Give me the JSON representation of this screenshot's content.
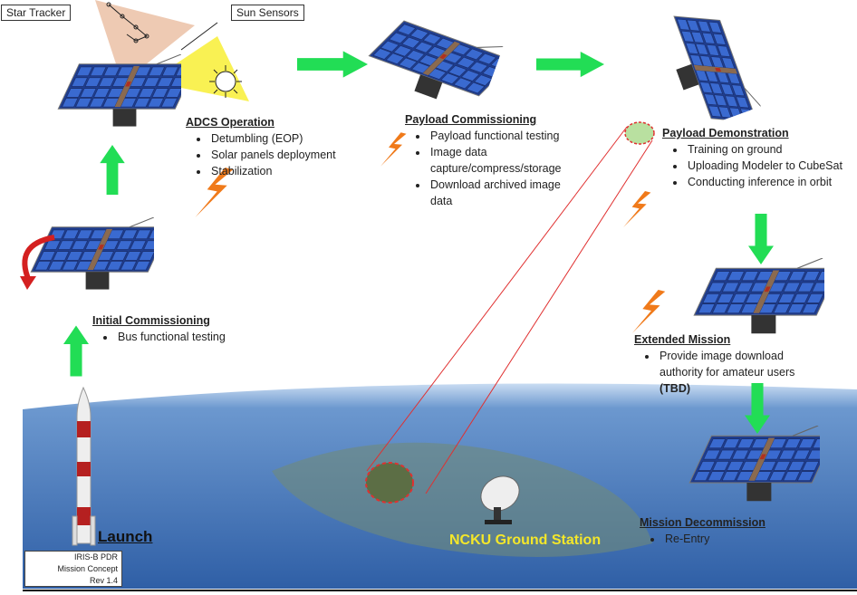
{
  "labels": {
    "star_tracker": "Star Tracker",
    "sun_sensors": "Sun Sensors",
    "launch": "Launch",
    "ground_station": "NCKU Ground Station"
  },
  "info_box": [
    "IRIS-B PDR",
    "Mission Concept",
    "Rev 1.4"
  ],
  "phases": {
    "initial": {
      "title": "Initial Commissioning",
      "items": [
        "Bus functional testing"
      ]
    },
    "adcs": {
      "title": "ADCS Operation",
      "items": [
        "Detumbling (EOP)",
        "Solar panels deployment",
        "Stabilization"
      ]
    },
    "payload_commissioning": {
      "title": "Payload Commissioning",
      "items": [
        "Payload functional testing",
        "Image data capture/compress/storage",
        "Download archived image data"
      ]
    },
    "payload_demo": {
      "title": "Payload Demonstration",
      "items": [
        "Training on ground",
        "Uploading Modeler to CubeSat",
        "Conducting inference in orbit"
      ]
    },
    "extended": {
      "title": "Extended Mission",
      "items": [
        "Provide image download authority for amateur users"
      ],
      "note": "(TBD)"
    },
    "decommission": {
      "title": "Mission Decommission",
      "items": [
        "Re-Entry"
      ]
    }
  },
  "colors": {
    "arrow": "#22dd55",
    "panel": "#2a4fb0",
    "lightning": "#f07a1a",
    "ground_text": "#f4e72a"
  }
}
